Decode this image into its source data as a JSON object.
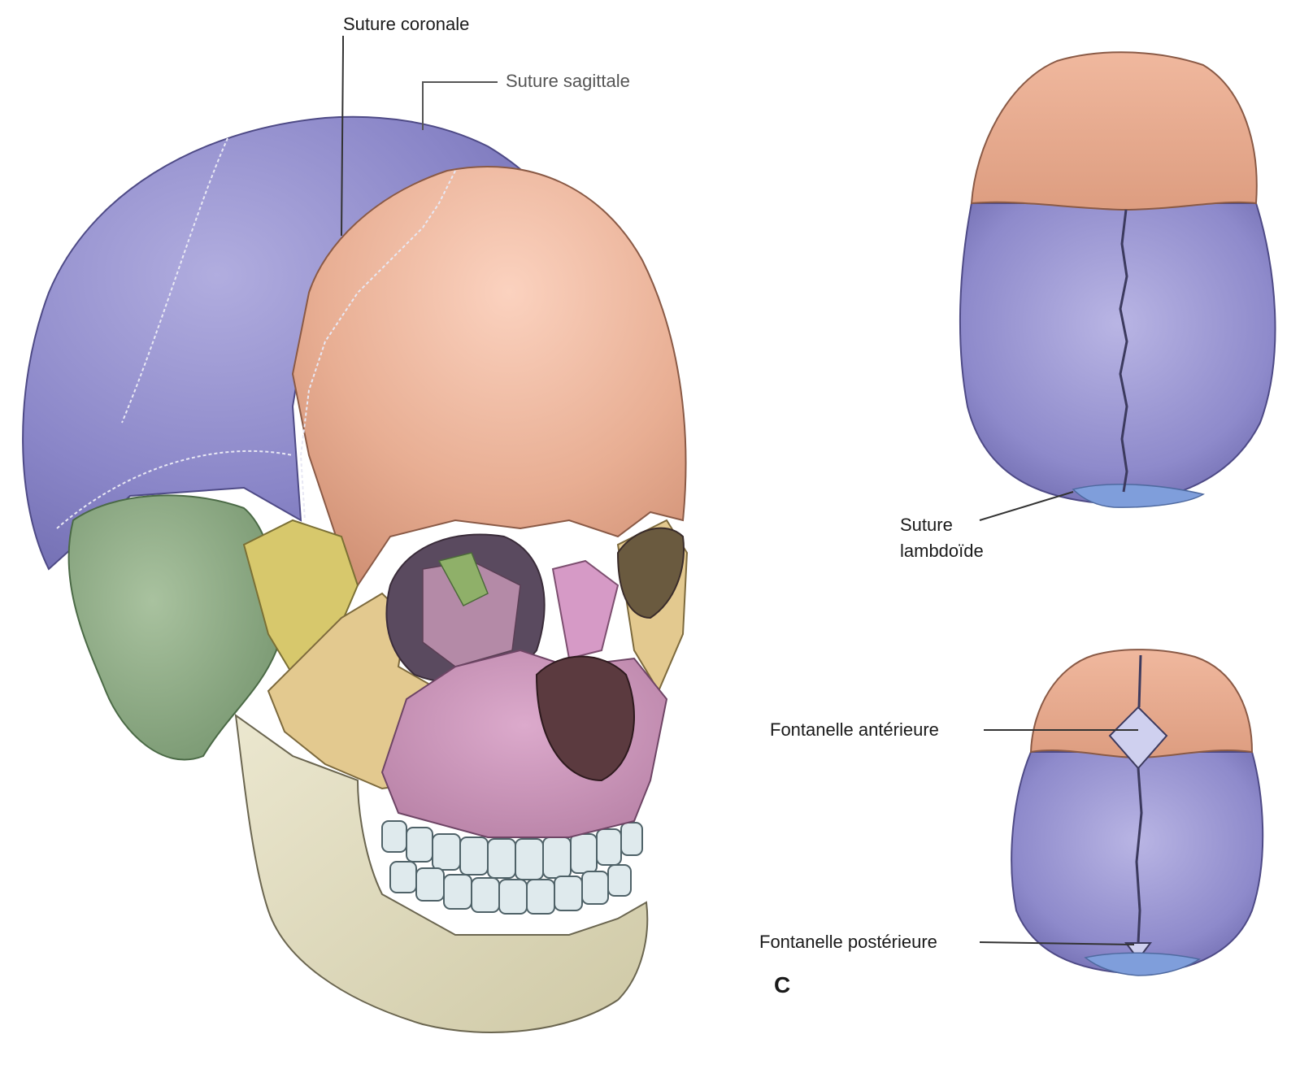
{
  "labels": {
    "coronal": "Suture coronale",
    "sagittal": "Suture sagittale",
    "lambdoid": "Suture lambdoïde",
    "anterior_fontanelle": "Fontanelle antérieure",
    "posterior_fontanelle": "Fontanelle postérieure",
    "panel_letter": "C"
  },
  "colors": {
    "parietal": "#8b86c9",
    "frontal": "#e8b096",
    "temporal": "#8fae86",
    "sphenoid": "#d8c86a",
    "zygomatic": "#e2c98e",
    "maxilla": "#c48fb3",
    "mandible": "#e0dcc0",
    "teeth": "#dde9ec",
    "occipital": "#7c9ad6",
    "nasal": "#d49bc6"
  }
}
